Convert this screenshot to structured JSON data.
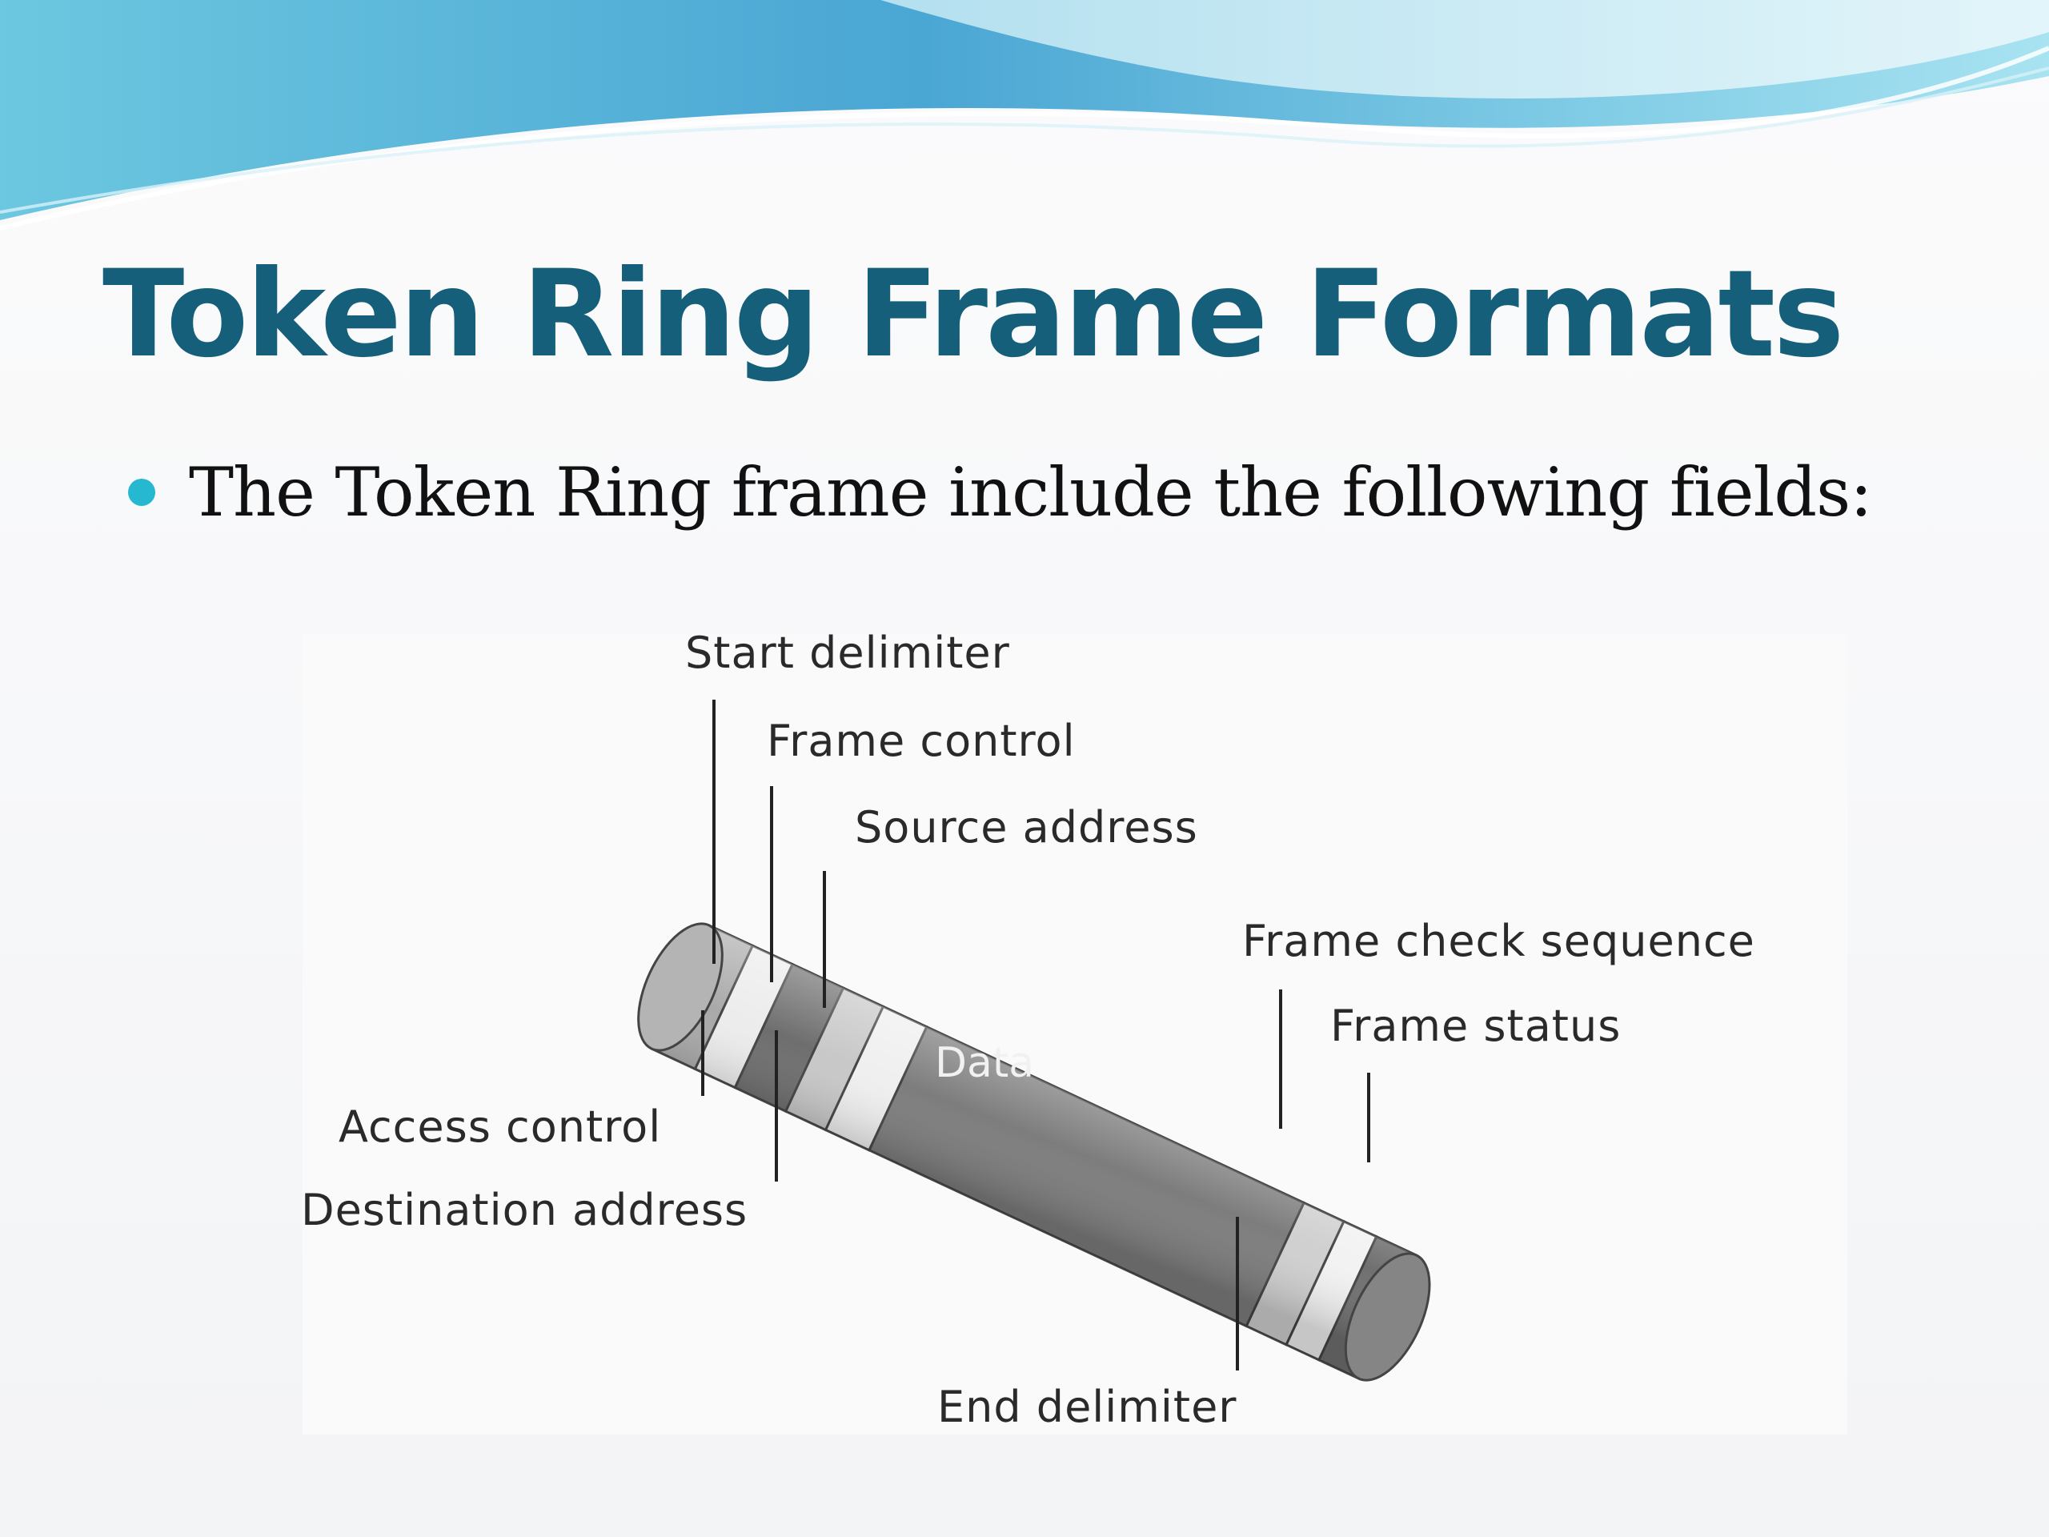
{
  "slide": {
    "title": "Token Ring Frame Formats",
    "bullet": "The Token Ring frame include the following fields:"
  },
  "diagram": {
    "fields": [
      {
        "id": "start",
        "label": "Start delimiter"
      },
      {
        "id": "access",
        "label": "Access control"
      },
      {
        "id": "frame-control",
        "label": "Frame control"
      },
      {
        "id": "dest",
        "label": "Destination address"
      },
      {
        "id": "source",
        "label": "Source address"
      },
      {
        "id": "data",
        "label": "Data"
      },
      {
        "id": "fcs",
        "label": "Frame check sequence"
      },
      {
        "id": "end",
        "label": "End delimiter"
      },
      {
        "id": "status",
        "label": "Frame status"
      }
    ]
  },
  "colors": {
    "title": "#155f7a",
    "bullet": "#27b8d1"
  }
}
